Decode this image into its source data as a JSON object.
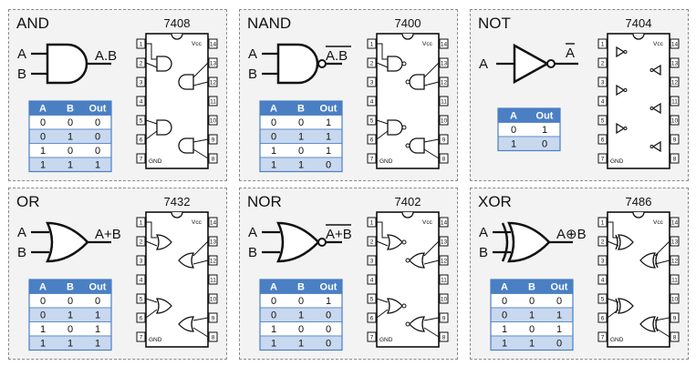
{
  "panels": [
    {
      "id": "and",
      "gate": "AND",
      "chip": "7408",
      "in_a": "A",
      "in_b": "B",
      "output": "A.B",
      "output_overline": false,
      "headers": [
        "A",
        "B",
        "Out"
      ],
      "rows": [
        [
          "0",
          "0",
          "0"
        ],
        [
          "0",
          "1",
          "0"
        ],
        [
          "1",
          "0",
          "0"
        ],
        [
          "1",
          "1",
          "1"
        ]
      ]
    },
    {
      "id": "nand",
      "gate": "NAND",
      "chip": "7400",
      "in_a": "A",
      "in_b": "B",
      "output": "A.B",
      "output_overline": true,
      "headers": [
        "A",
        "B",
        "Out"
      ],
      "rows": [
        [
          "0",
          "0",
          "1"
        ],
        [
          "0",
          "1",
          "1"
        ],
        [
          "1",
          "0",
          "1"
        ],
        [
          "1",
          "1",
          "0"
        ]
      ]
    },
    {
      "id": "not",
      "gate": "NOT",
      "chip": "7404",
      "in_a": "A",
      "output": "A",
      "output_overline": true,
      "headers": [
        "A",
        "Out"
      ],
      "rows": [
        [
          "0",
          "1"
        ],
        [
          "1",
          "0"
        ]
      ]
    },
    {
      "id": "or",
      "gate": "OR",
      "chip": "7432",
      "in_a": "A",
      "in_b": "B",
      "output": "A+B",
      "output_overline": false,
      "headers": [
        "A",
        "B",
        "Out"
      ],
      "rows": [
        [
          "0",
          "0",
          "0"
        ],
        [
          "0",
          "1",
          "1"
        ],
        [
          "1",
          "0",
          "1"
        ],
        [
          "1",
          "1",
          "1"
        ]
      ]
    },
    {
      "id": "nor",
      "gate": "NOR",
      "chip": "7402",
      "in_a": "A",
      "in_b": "B",
      "output": "A+B",
      "output_overline": true,
      "headers": [
        "A",
        "B",
        "Out"
      ],
      "rows": [
        [
          "0",
          "0",
          "1"
        ],
        [
          "0",
          "1",
          "0"
        ],
        [
          "1",
          "0",
          "0"
        ],
        [
          "1",
          "1",
          "0"
        ]
      ]
    },
    {
      "id": "xor",
      "gate": "XOR",
      "chip": "7486",
      "in_a": "A",
      "in_b": "B",
      "output": "A⊕B",
      "output_overline": false,
      "headers": [
        "A",
        "B",
        "Out"
      ],
      "rows": [
        [
          "0",
          "0",
          "0"
        ],
        [
          "0",
          "1",
          "1"
        ],
        [
          "1",
          "0",
          "1"
        ],
        [
          "1",
          "1",
          "0"
        ]
      ]
    }
  ],
  "chip_labels": {
    "vcc": "Vcc",
    "gnd": "GND",
    "left_pins": [
      "1",
      "2",
      "3",
      "4",
      "5",
      "6",
      "7"
    ],
    "right_pins": [
      "14",
      "13",
      "12",
      "11",
      "10",
      "9",
      "8"
    ]
  },
  "colors": {
    "header": "#4a7fc4",
    "row_dark": "#c8d8ef",
    "row_light": "#ffffff",
    "panel_bg": "#f3f3f3",
    "border": "#8a8a8a"
  }
}
